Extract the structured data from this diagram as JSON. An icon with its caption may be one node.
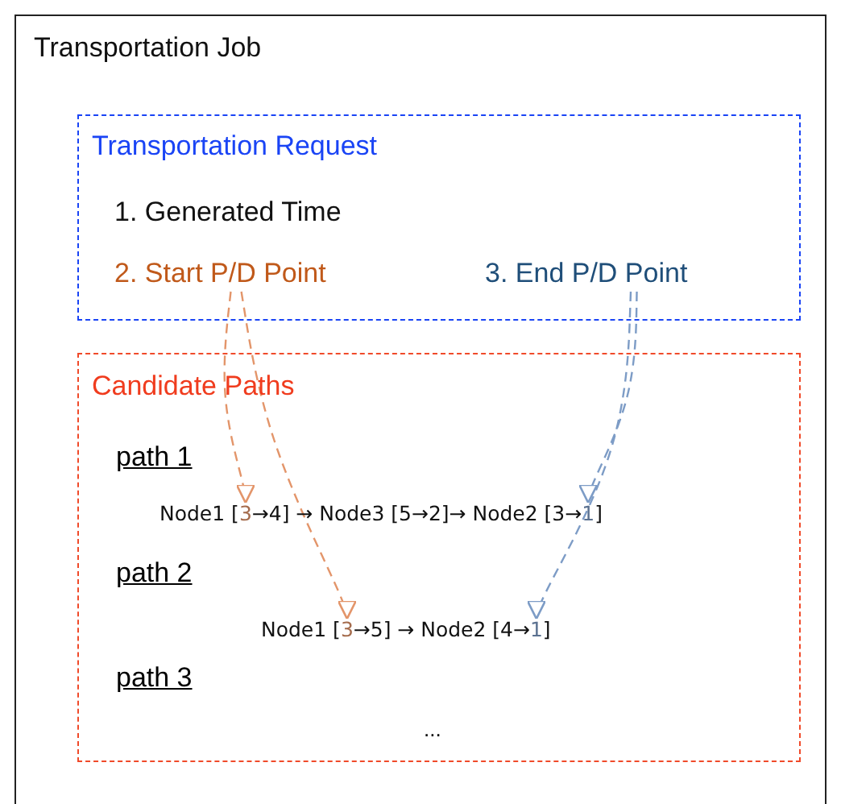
{
  "diagram": {
    "nodes": [
      {
        "text": [
          "Transportation Job"
        ]
      },
      {
        "text": [
          "Transportation Request"
        ],
        "in": 0
      },
      {
        "text": [
          "1. Generated Time"
        ],
        "in": 1
      },
      {
        "text": [
          "2. Start P/D Point"
        ],
        "in": 1
      },
      {
        "text": [
          "3. End P/D Point"
        ],
        "in": 1
      },
      {
        "text": [
          "Candidate Paths"
        ],
        "in": 0
      },
      {
        "text": [
          "3"
        ],
        "in": 5
      },
      {
        "text": [
          "1"
        ],
        "in": 5
      },
      {
        "text": [
          "3"
        ],
        "in": 5
      },
      {
        "text": [
          "1"
        ],
        "in": 5
      }
    ],
    "edges": [
      {
        "from": 3,
        "to": 6,
        "arrow": "to",
        "style": "dashed",
        "color": "#e3956a"
      },
      {
        "from": 3,
        "to": 8,
        "arrow": "to",
        "style": "dashed",
        "color": "#e3956a"
      },
      {
        "from": 4,
        "to": 7,
        "arrow": "to",
        "style": "dashed",
        "color": "#7d9cc6"
      },
      {
        "from": 4,
        "to": 9,
        "arrow": "to",
        "style": "dashed",
        "color": "#7d9cc6"
      }
    ],
    "labels": [
      "path 1",
      "Node1 [",
      "→4] → Node3 [5→2]→ Node2 [3→",
      "]",
      "path 2",
      "Node1 [",
      "→5] → Node2 [4→",
      "]",
      "path 3",
      "..."
    ]
  }
}
